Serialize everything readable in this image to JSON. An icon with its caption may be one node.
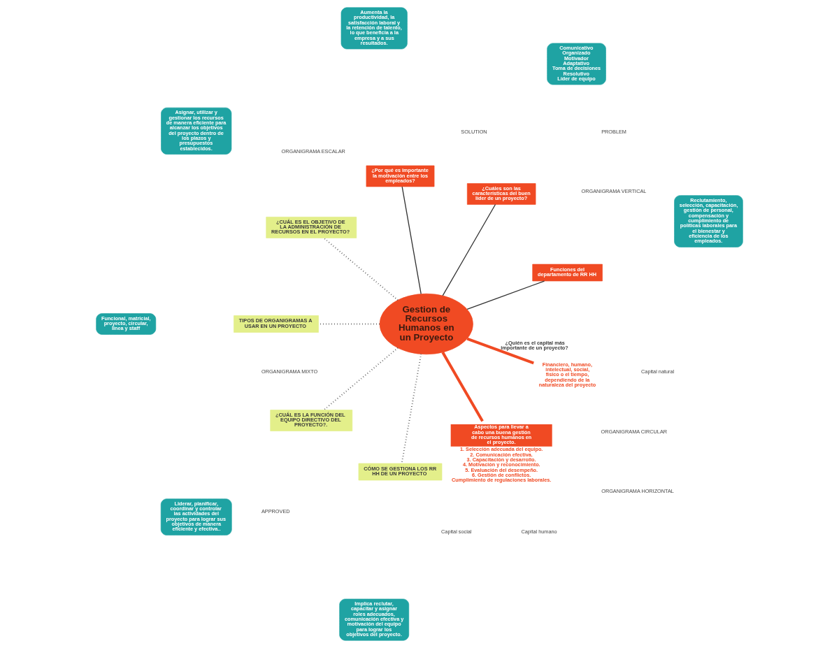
{
  "diagram": {
    "nodes": [
      {
        "text": [
          "Gestion de Recursos Humanos en un Proyecto"
        ]
      },
      {
        "text": [
          "Funciones del departamento de RR HH"
        ]
      },
      {
        "text": [
          "Reclutamiento, selección, capacitación, gestión de personal, compensación y cumplimiento de políticas laborales para el bienestar y eficiencia de los empleados."
        ]
      },
      {
        "text": [
          "¿Cuáles son las características del buen líder de un proyecto?"
        ]
      },
      {
        "text": [
          "Comunicativo",
          "Organizado",
          "Motivador",
          "Adaptativo",
          "Toma de decisiones",
          "Resolutivo",
          "Líder de equipo"
        ]
      },
      {
        "text": [
          "¿Por qué es importante la motivación entre los empleados?"
        ]
      },
      {
        "text": [
          "Aumenta la productividad, la satisfacción laboral y la retención de talento, lo que beneficia a la empresa y a sus resultados."
        ]
      },
      {
        "text": [
          "¿CUÁL ES EL OBJETIVO DE LA ADMINISTRACIÓN DE RECURSOS EN EL PROYECTO?"
        ]
      },
      {
        "text": [
          "Asignar, utilizar y gestionar los recursos de manera eficiente para alcanzar los objetivos del proyecto dentro de los plazos y presupuestos establecidos."
        ]
      },
      {
        "text": [
          "TIPOS DE ORGANIGRAMAS A USAR EN UN PROYECTO"
        ]
      },
      {
        "text": [
          "Funcional, matricial, proyecto, circular, línea y staff"
        ]
      },
      {
        "text": [
          "¿CUÁL ES LA FUNCIÓN DEL EQUIPO DIRECTIVO DEL PROYECTO?."
        ]
      },
      {
        "text": [
          "Liderar, planificar, coordinar y controlar las actividades del proyecto para lograr sus objetivos de manera eficiente y efectiva.."
        ]
      },
      {
        "text": [
          "CÓMO SE GESTIONA LOS RR HH DE UN PROYECTO"
        ]
      },
      {
        "text": [
          "Implica reclutar, capacitar y asignar roles adecuados, comunicación efectiva y motivación del equipo para lograr los objetivos del proyecto."
        ]
      },
      {
        "text": [
          "Aspectos para llevar a cabo una buena gestión de recursos humanos en el proyecto."
        ],
        "beside": [
          "1. Selección adecuada del equipo.",
          "2. Comunicación efectiva.",
          "3. Capacitación y desarrollo.",
          "4. Motivación y reconocimiento.",
          "5. Evaluación del desempeño.",
          "6. Gestión de conflictos.",
          "Cumplimiento de regulaciones laborales."
        ]
      },
      {
        "text": [
          "Financiero, humano, intelectual, social, físico o el tiempo, dependiendo de la naturaleza del proyecto"
        ]
      }
    ],
    "edges": [
      {
        "from": 0,
        "to": 1,
        "arrow": "none"
      },
      {
        "from": 0,
        "to": 3,
        "arrow": "none"
      },
      {
        "from": 0,
        "to": 5,
        "arrow": "none"
      },
      {
        "from": 0,
        "to": 7,
        "arrow": "none",
        "style": "dashed"
      },
      {
        "from": 0,
        "to": 9,
        "arrow": "none",
        "style": "dashed"
      },
      {
        "from": 0,
        "to": 11,
        "arrow": "none",
        "style": "dashed"
      },
      {
        "from": 0,
        "to": 13,
        "arrow": "none",
        "style": "dashed"
      },
      {
        "from": 0,
        "to": 15,
        "arrow": "none",
        "style": "thick",
        "color": "#f04a23"
      },
      {
        "from": 0,
        "to": 16,
        "arrow": "none",
        "style": "thick",
        "color": "#f04a23",
        "label": "¿Quién es el capital más importante de un proyecto?"
      }
    ],
    "labels": [
      "PROBLEM",
      "SOLUTION",
      "APPROVED",
      "ORGANIGRAMA VERTICAL",
      "ORGANIGRAMA HORIZONTAL",
      "ORGANIGRAMA MIXTO",
      "ORGANIGRAMA CIRCULAR",
      "ORGANIGRAMA ESCALAR",
      "Capital social",
      "Capital humano",
      "Capital natural"
    ]
  }
}
